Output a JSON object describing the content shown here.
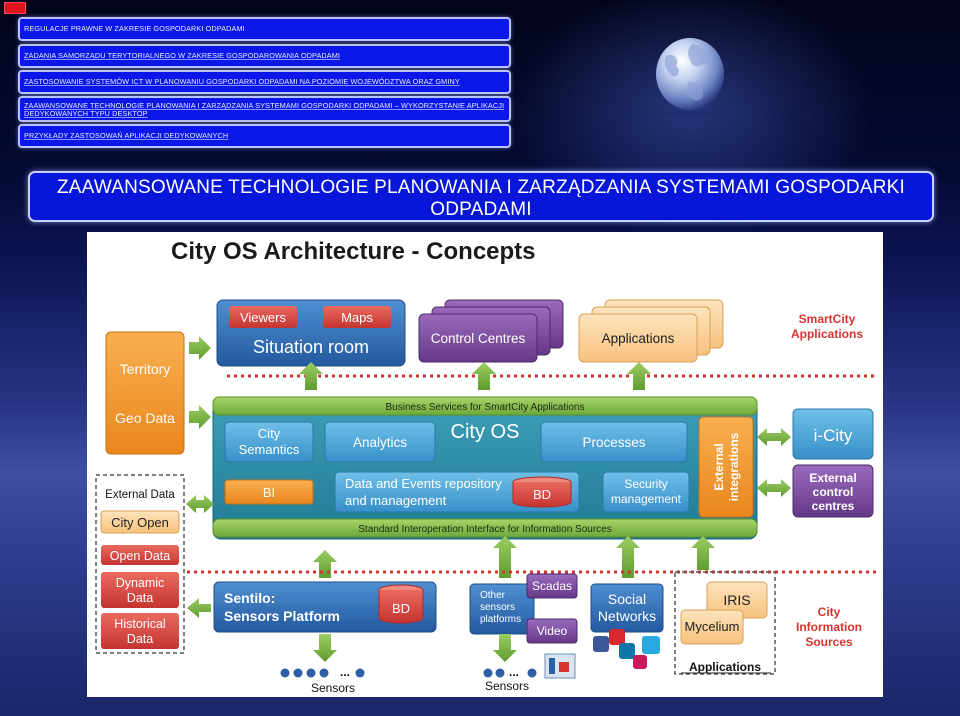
{
  "nav": [
    "REGULACJE PRAWNE W ZAKRESIE GOSPODARKI ODPADAMI",
    "ZADANIA SAMORZĄDU TERYTORIALNEGO W ZAKRESIE GOSPODAROWANIA ODPADAMI",
    "ZASTOSOWANIE SYSTEMÓW ICT W PLANOWANIU GOSPODARKI ODPADAMI NA POZIOMIE WOJEWÓDZTWA ORAZ GMINY",
    "ZAAWANSOWANE TECHNOLOGIE  PLANOWANIA I ZARZĄDZANIA SYSTEMAMI GOSPODARKI ODPADAMI – WYKORZYSTANIE APLIKACJI DEDYKOWANYCH TYPU DESKTOP",
    "PRZYKŁADY ZASTOSOWAŃ APLIKACJI DEDYKOWANYCH"
  ],
  "slide_title": "ZAAWANSOWANE TECHNOLOGIE  PLANOWANIA I ZARZĄDZANIA SYSTEMAMI GOSPODARKI ODPADAMI",
  "diagram": {
    "heading": "City OS Architecture - Concepts",
    "viewers": "Viewers",
    "maps": "Maps",
    "situation_room": "Situation room",
    "control_centres": "Control Centres",
    "applications": "Applications",
    "smartcity_apps_1": "SmartCity",
    "smartcity_apps_2": "Applications",
    "territory": "Territory",
    "geo_data": "Geo Data",
    "business_services": "Business Services for SmartCity Applications",
    "city_semantics_1": "City",
    "city_semantics_2": "Semantics",
    "analytics": "Analytics",
    "city_os": "City OS",
    "processes": "Processes",
    "external_integrations_1": "External",
    "external_integrations_2": "integrations",
    "icity": "i-City",
    "external_control_1": "External",
    "external_control_2": "control",
    "external_control_3": "centres",
    "bi": "BI",
    "data_events_1": "Data and Events repository",
    "data_events_2": "and management",
    "bd": "BD",
    "security_1": "Security",
    "security_2": "management",
    "standard_interface": "Standard Interoperation Interface for Information Sources",
    "external_data": "External Data",
    "city_open": "City Open",
    "open_data": "Open Data",
    "dynamic_1": "Dynamic",
    "dynamic_2": "Data",
    "historical_1": "Historical",
    "historical_2": "Data",
    "sentilo_1": "Sentilo:",
    "sentilo_2": "Sensors Platform",
    "other_1": "Other",
    "other_2": "sensors",
    "other_3": "platforms",
    "scadas": "Scadas",
    "video": "Video",
    "social_1": "Social",
    "social_2": "Networks",
    "iris": "IRIS",
    "mycelium": "Mycelium",
    "applications_small": "Applications",
    "city_info_1": "City",
    "city_info_2": "Information",
    "city_info_3": "Sources",
    "sensors": "Sensors",
    "ellipsis": "..."
  },
  "colors": {
    "nav_bg": "#0b17e8",
    "title_bg": "#0716d8",
    "accent_red": "#e0141b",
    "green_arrow": "#7dbb42",
    "teal": "#2b8aa3",
    "orange": "#f39a2c",
    "purple": "#7d4a9c",
    "blue_box": "#2d6fb6",
    "red_box": "#d8443f"
  }
}
